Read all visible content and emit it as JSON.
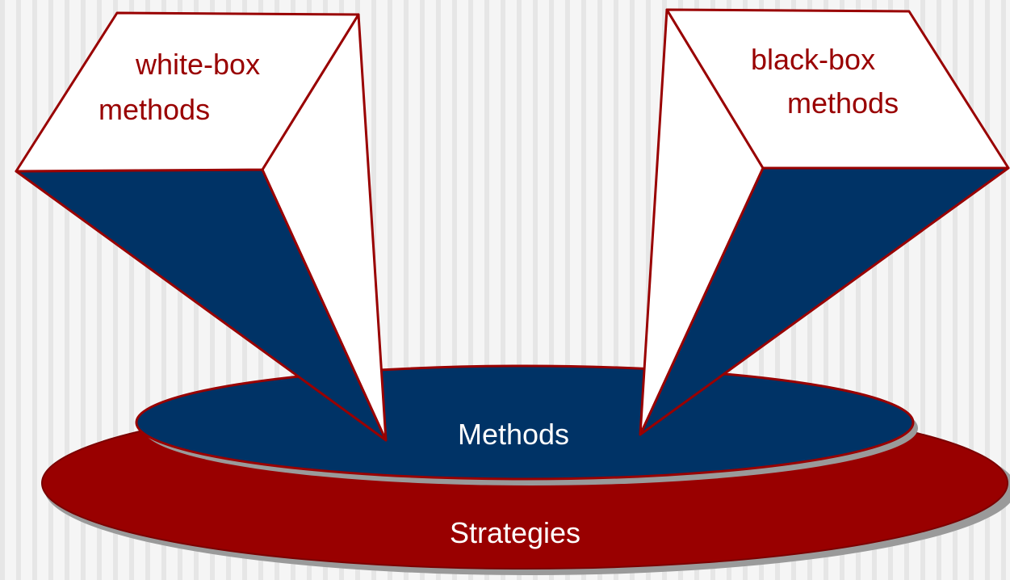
{
  "labels": {
    "white_box": {
      "line1": "white-box",
      "line2": "methods"
    },
    "black_box": {
      "line1": "black-box",
      "line2": "methods"
    },
    "methods": "Methods",
    "strategies": "Strategies"
  },
  "colors": {
    "background": "#f2f2f2",
    "stripe": "#e6e6e6",
    "strategies_fill": "#990000",
    "methods_fill": "#003366",
    "box_top_fill": "#ffffff",
    "outline": "#990000",
    "shadow": "#9a9a9a",
    "box_label_text": "#990000",
    "disk_label_text": "#ffffff"
  }
}
